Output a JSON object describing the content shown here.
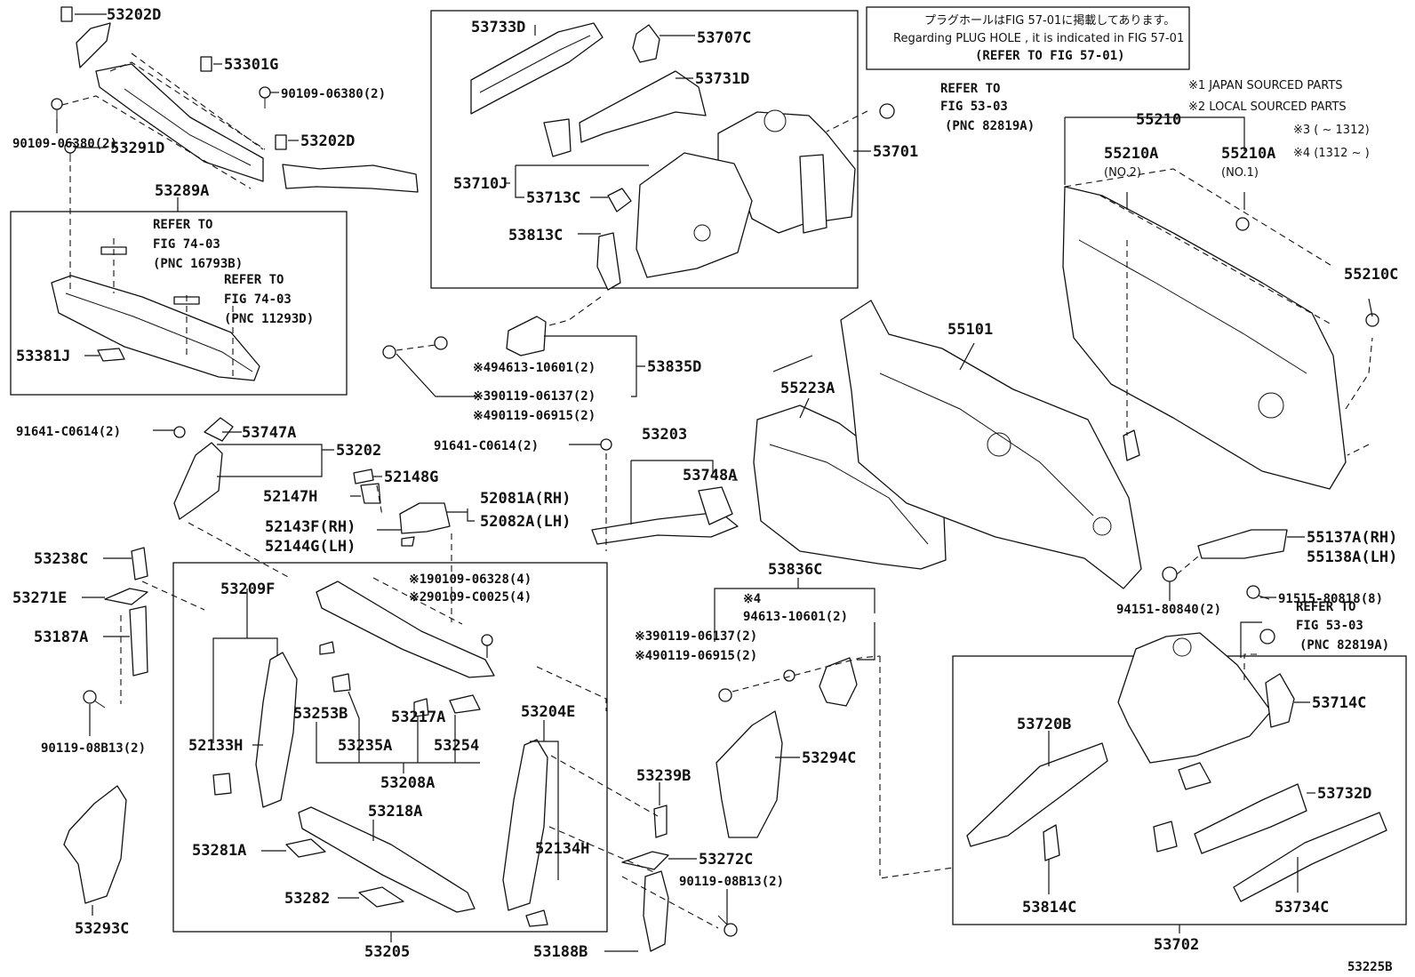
{
  "diagram": {
    "figure_code": "53225B",
    "notes": {
      "plug_hole_jp": "プラグホールはFIG 57-01に掲載してあります。",
      "plug_hole_en": "Regarding PLUG HOLE , it is indicated in FIG 57-01",
      "plug_hole_ref": "(REFER TO FIG 57-01)",
      "japan_sourced": "※1 JAPAN SOURCED PARTS",
      "local_sourced": "※2 LOCAL SOURCED PARTS",
      "date_range_3": "※3 (    ~ 1312)",
      "date_range_4": "※4 (1312 ~    )"
    },
    "references": {
      "ref_5303_top": [
        "REFER TO",
        "FIG 53-03",
        "(PNC 82819A)"
      ],
      "ref_7403_a": [
        "REFER TO",
        "FIG 74-03",
        "(PNC 16793B)"
      ],
      "ref_7403_b": [
        "REFER TO",
        "FIG 74-03",
        "(PNC 11293D)"
      ],
      "ref_5303_bottom": [
        "REFER TO",
        "FIG 53-03",
        "(PNC 82819A)"
      ]
    },
    "labels": {
      "p53202D_a": "53202D",
      "p53301G": "53301G",
      "p90109_06380_a": "90109-06380(2)",
      "p90109_06380_b": "90109-06380(2)",
      "p53202D_b": "53202D",
      "p53291D": "53291D",
      "p53289A": "53289A",
      "p53381J": "53381J",
      "p53733D": "53733D",
      "p53707C": "53707C",
      "p53731D": "53731D",
      "p53701": "53701",
      "p53710J": "53710J",
      "p53713C": "53713C",
      "p53813C": "53813C",
      "p94613_10601_a": "※494613-10601(2)",
      "p53835D": "53835D",
      "p90119_06137_a": "※390119-06137(2)",
      "p90119_06915_a": "※490119-06915(2)",
      "p55210": "55210",
      "p55210A_2": "55210A",
      "p55210A_2_sub": "(NO.2)",
      "p55210A_1": "55210A",
      "p55210A_1_sub": "(NO.1)",
      "p55210C": "55210C",
      "p55101": "55101",
      "p55223A": "55223A",
      "p91641_a": "91641-C0614(2)",
      "p53747A": "53747A",
      "p53202": "53202",
      "p52148G": "52148G",
      "p52147H": "52147H",
      "p91641_b": "91641-C0614(2)",
      "p53203": "53203",
      "p53748A": "53748A",
      "p52081A": "52081A(RH)",
      "p52082A": "52082A(LH)",
      "p52143F": "52143F(RH)",
      "p52144G": "52144G(LH)",
      "p53238C": "53238C",
      "p53271E": "53271E",
      "p53187A": "53187A",
      "p90119_08B13_a": "90119-08B13(2)",
      "p53293C": "53293C",
      "p53209F": "53209F",
      "p52133H": "52133H",
      "p53253B": "53253B",
      "p53235A": "53235A",
      "p53217A": "53217A",
      "p53254": "53254",
      "p53208A": "53208A",
      "p90109_06328": "※190109-06328(4)",
      "p90109_C0025": "※290109-C0025(4)",
      "p53204E": "53204E",
      "p52134H": "52134H",
      "p53218A": "53218A",
      "p53281A": "53281A",
      "p53282": "53282",
      "p53205": "53205",
      "p53836C": "53836C",
      "p53836C_star": "※4",
      "p94613_10601_b": "94613-10601(2)",
      "p90119_06137_b": "※390119-06137(2)",
      "p90119_06915_b": "※490119-06915(2)",
      "p53294C": "53294C",
      "p53239B": "53239B",
      "p53272C": "53272C",
      "p90119_08B13_b": "90119-08B13(2)",
      "p53188B": "53188B",
      "p55137A": "55137A(RH)",
      "p55138A": "55138A(LH)",
      "p91515": "91515-80818(8)",
      "p94151": "94151-80840(2)",
      "p53720B": "53720B",
      "p53714C": "53714C",
      "p53732D": "53732D",
      "p53814C": "53814C",
      "p53734C": "53734C",
      "p53702": "53702"
    }
  }
}
